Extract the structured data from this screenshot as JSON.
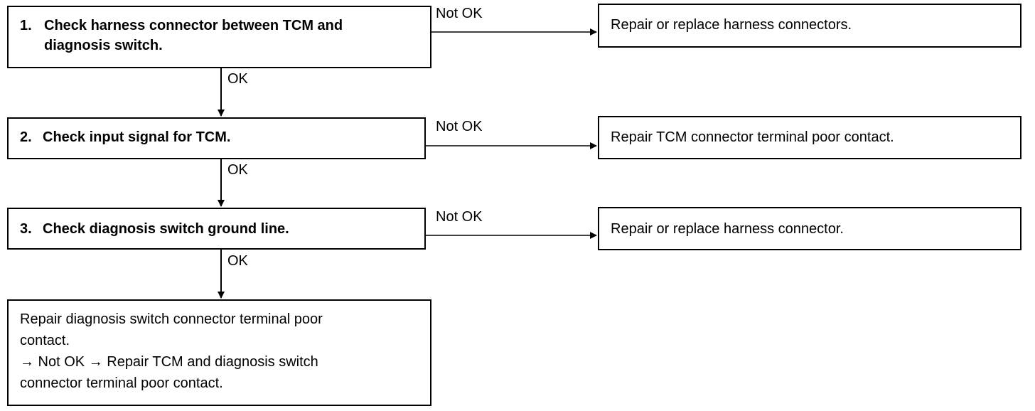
{
  "steps": [
    {
      "number": "1.",
      "text": "Check harness connector between TCM and diagnosis switch.",
      "line1": "Check harness connector between TCM and",
      "line2": "diagnosis switch."
    },
    {
      "number": "2.",
      "text": "Check input signal for TCM."
    },
    {
      "number": "3.",
      "text": "Check diagnosis switch ground line."
    }
  ],
  "branches": {
    "not_ok_label": "Not OK",
    "ok_label": "OK"
  },
  "results": [
    "Repair or replace harness connectors.",
    "Repair TCM connector terminal poor contact.",
    "Repair or replace harness connector."
  ],
  "final": {
    "line1": "Repair diagnosis switch connector terminal poor",
    "line2": "contact.",
    "line3": "→ Not OK → Repair TCM and diagnosis switch",
    "line4": "connector terminal poor contact."
  }
}
